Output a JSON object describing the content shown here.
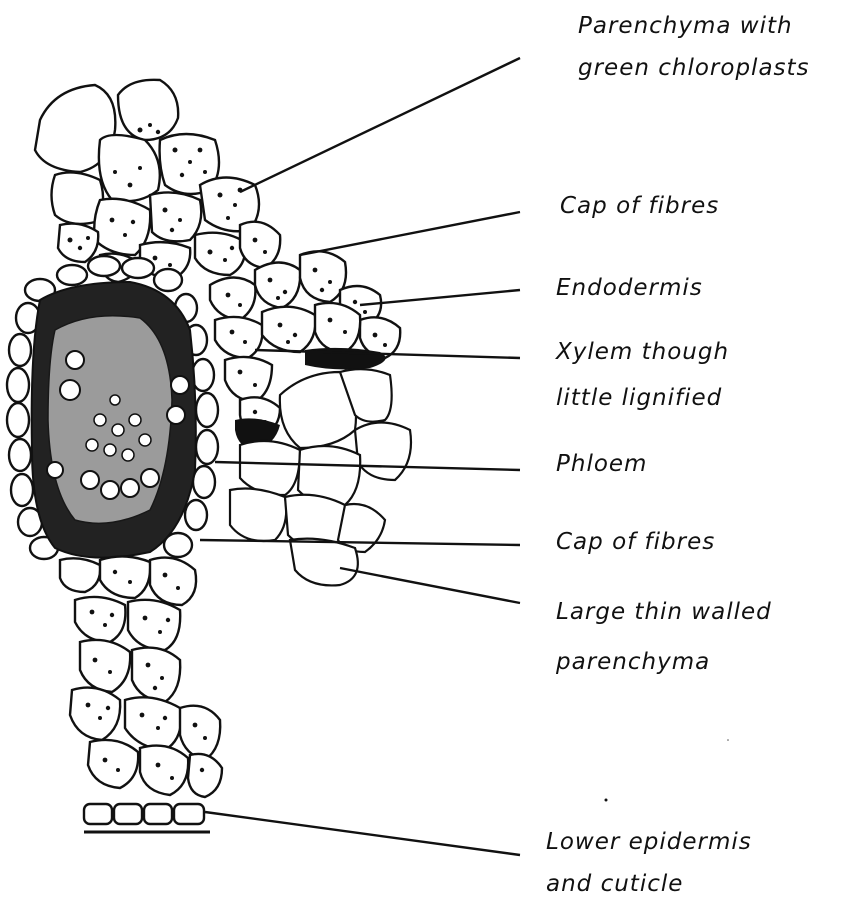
{
  "labels": {
    "parenchyma_chloroplasts_1": "Parenchyma with",
    "parenchyma_chloroplasts_2": "green chloroplasts",
    "cap_of_fibres_upper": "Cap of fibres",
    "endodermis": "Endodermis",
    "xylem_1": "Xylem though",
    "xylem_2": "little lignified",
    "phloem": "Phloem",
    "cap_of_fibres_lower": "Cap of fibres",
    "large_parenchyma_1": "Large thin walled",
    "large_parenchyma_2": "parenchyma",
    "lower_epidermis_1": "Lower epidermis",
    "lower_epidermis_2": "and cuticle"
  }
}
